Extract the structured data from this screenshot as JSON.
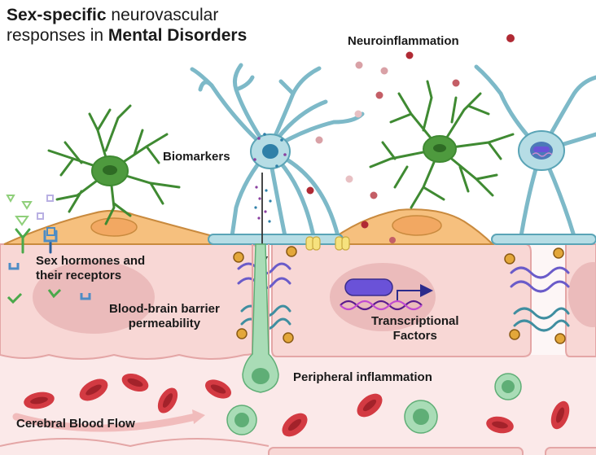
{
  "title": {
    "line1_bold": "Sex-specific",
    "line1_rest": " neurovascular",
    "line2_rest": "responses in ",
    "line2_bold": "Mental Disorders"
  },
  "labels": {
    "neuroinflammation": "Neuroinflammation",
    "biomarkers": "Biomarkers",
    "sex_hormones_1": "Sex hormones and",
    "sex_hormones_2": "their receptors",
    "bbb_1": "Blood-brain barrier",
    "bbb_2": "permeability",
    "tf_1": "Transcriptional",
    "tf_2": "Factors",
    "peripheral": "Peripheral inflammation",
    "cbf": "Cerebral Blood Flow"
  },
  "colors": {
    "astrocyte_fill": "#b6dde5",
    "astrocyte_stroke": "#5aa4b6",
    "microglia": "#3f8a32",
    "pericyte": "#f6c07e",
    "endothelium": "#f8d7d5",
    "nucleus": "#e7b4b4",
    "red_cell": "#d33a42",
    "leukocyte": "#7ccc93",
    "tight_junction": "#6a5bc9",
    "receptor": "#4d8cc5",
    "hormone_green": "#4aa84a",
    "tf_protein": "#6a52d8",
    "dna": "#8a2fa0"
  },
  "icons": [
    "astrocyte-icon",
    "microglia-icon",
    "pericyte-icon",
    "endothelial-cell-icon",
    "red-blood-cell-icon",
    "leukocyte-icon",
    "tight-junction-icon",
    "receptor-icon",
    "hormone-icon",
    "cytokine-icon",
    "dna-icon",
    "transcription-factor-icon",
    "arrow-icon"
  ]
}
